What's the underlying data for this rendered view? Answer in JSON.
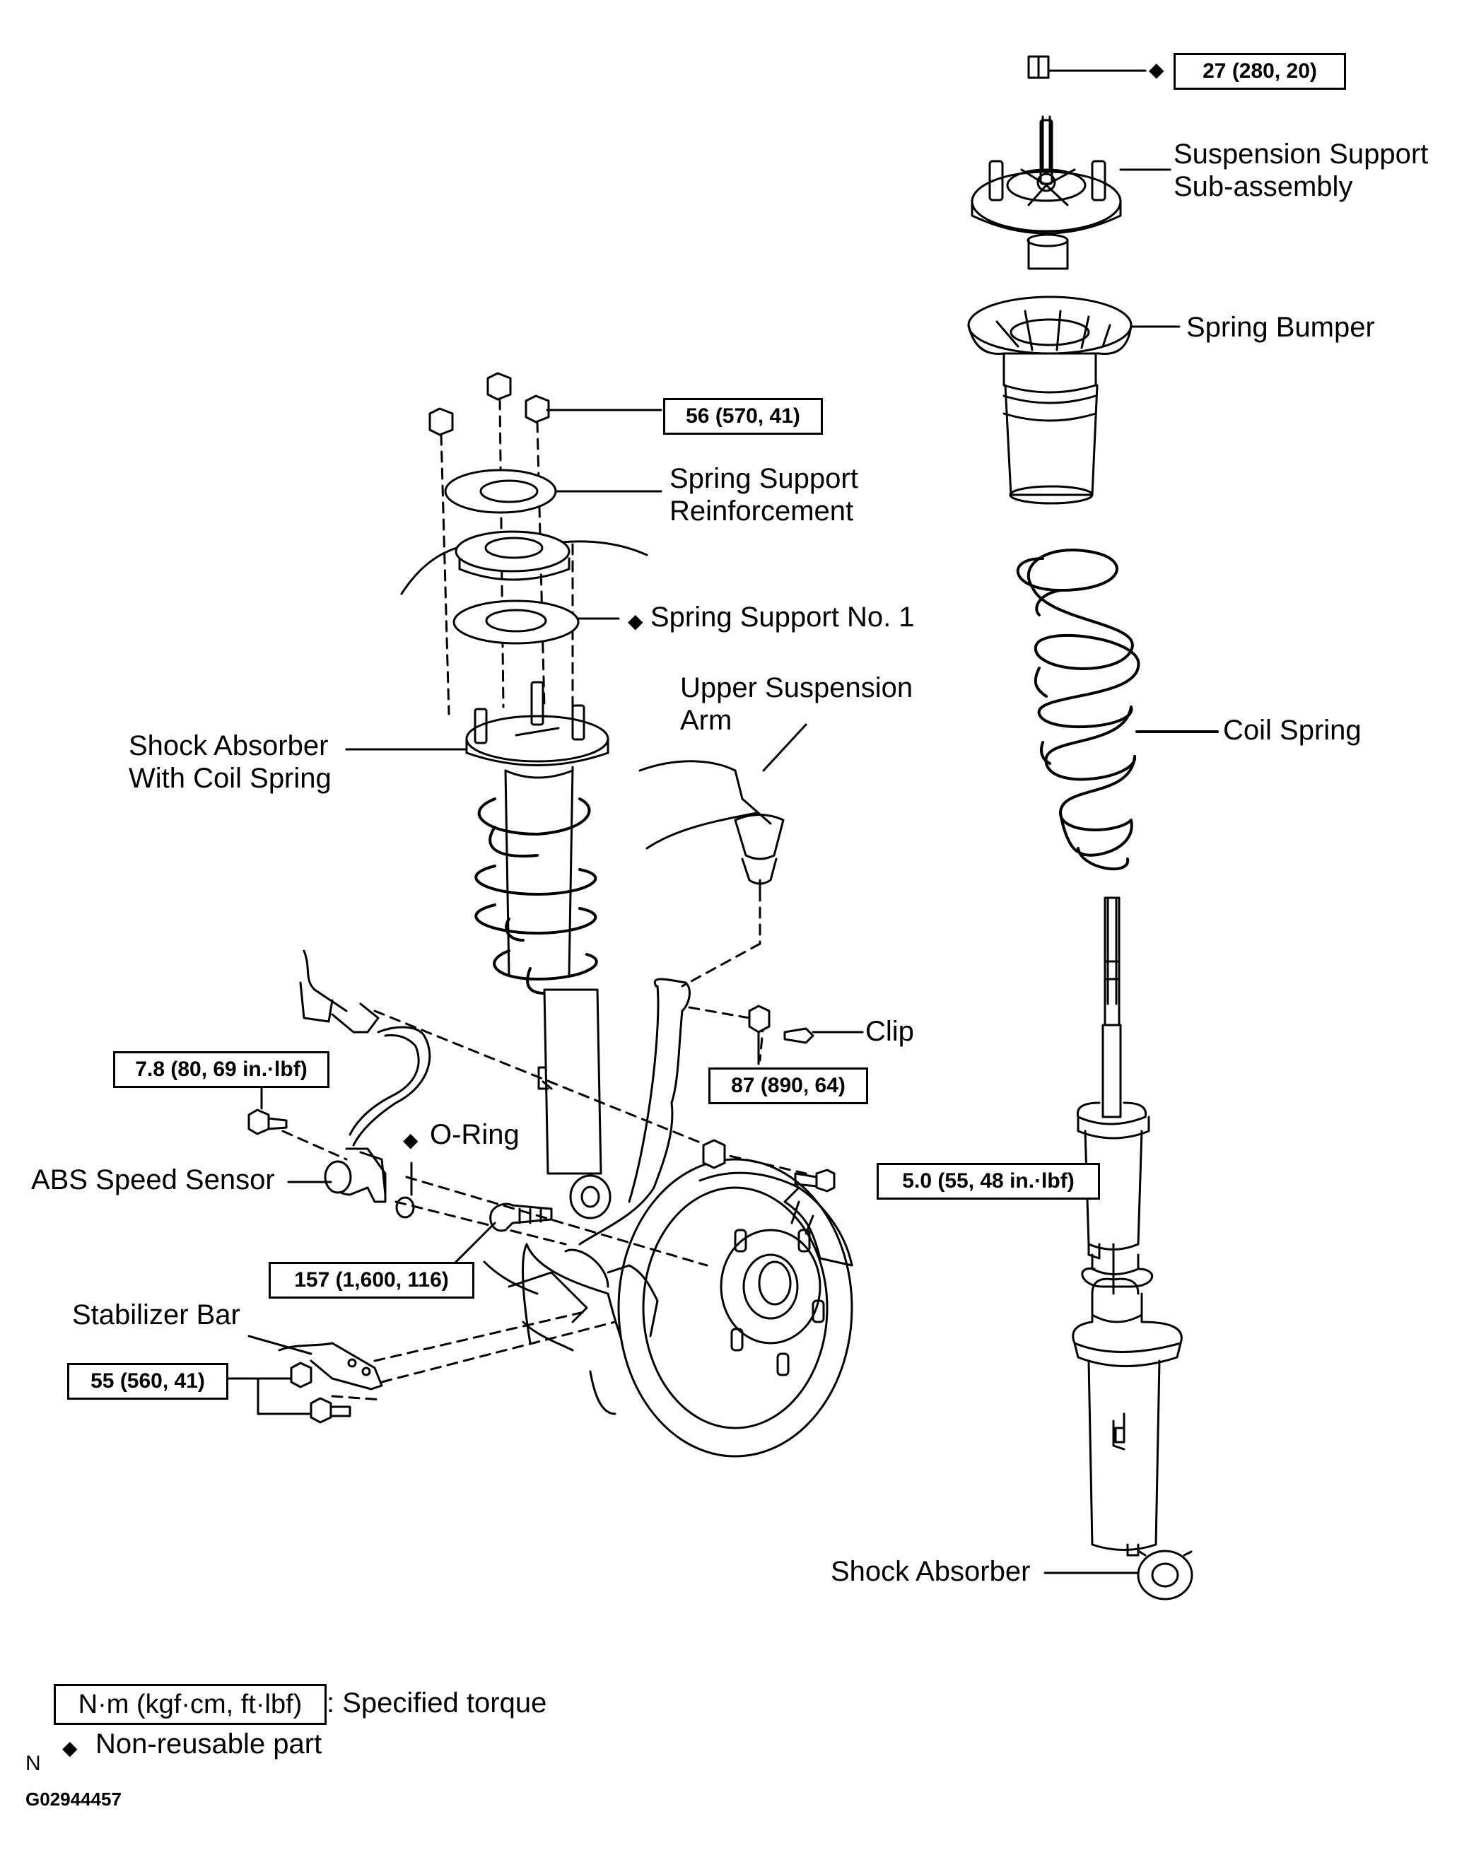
{
  "labels": {
    "suspension_support_1": "Suspension Support",
    "suspension_support_2": "Sub-assembly",
    "spring_bumper": "Spring Bumper",
    "spring_support_reinforcement_1": "Spring Support",
    "spring_support_reinforcement_2": "Reinforcement",
    "spring_support_no1": "Spring Support No. 1",
    "upper_arm_1": "Upper Suspension",
    "upper_arm_2": "Arm",
    "shock_coil_1": "Shock  Absorber",
    "shock_coil_2": "With Coil Spring",
    "coil_spring": "Coil Spring",
    "clip": "Clip",
    "o_ring": "O-Ring",
    "abs_sensor": "ABS Speed Sensor",
    "stabilizer_bar": "Stabilizer Bar",
    "shock_absorber": "Shock Absorber"
  },
  "torques": {
    "t27": "27 (280, 20)",
    "t56": "56 (570, 41)",
    "t78": "7.8 (80, 69 in.·lbf)",
    "t87": "87 (890, 64)",
    "t50": "5.0 (55, 48 in.·lbf)",
    "t157": "157 (1,600, 116)",
    "t55": "55 (560, 41)"
  },
  "symbols": {
    "non_reusable": "◆"
  },
  "legend": {
    "torque_unit": "N·m (kgf·cm, ft·lbf)",
    "torque_desc": ": Specified torque",
    "non_reusable_desc": "Non-reusable part"
  },
  "footer": {
    "letter": "N",
    "code": "G02944457"
  }
}
